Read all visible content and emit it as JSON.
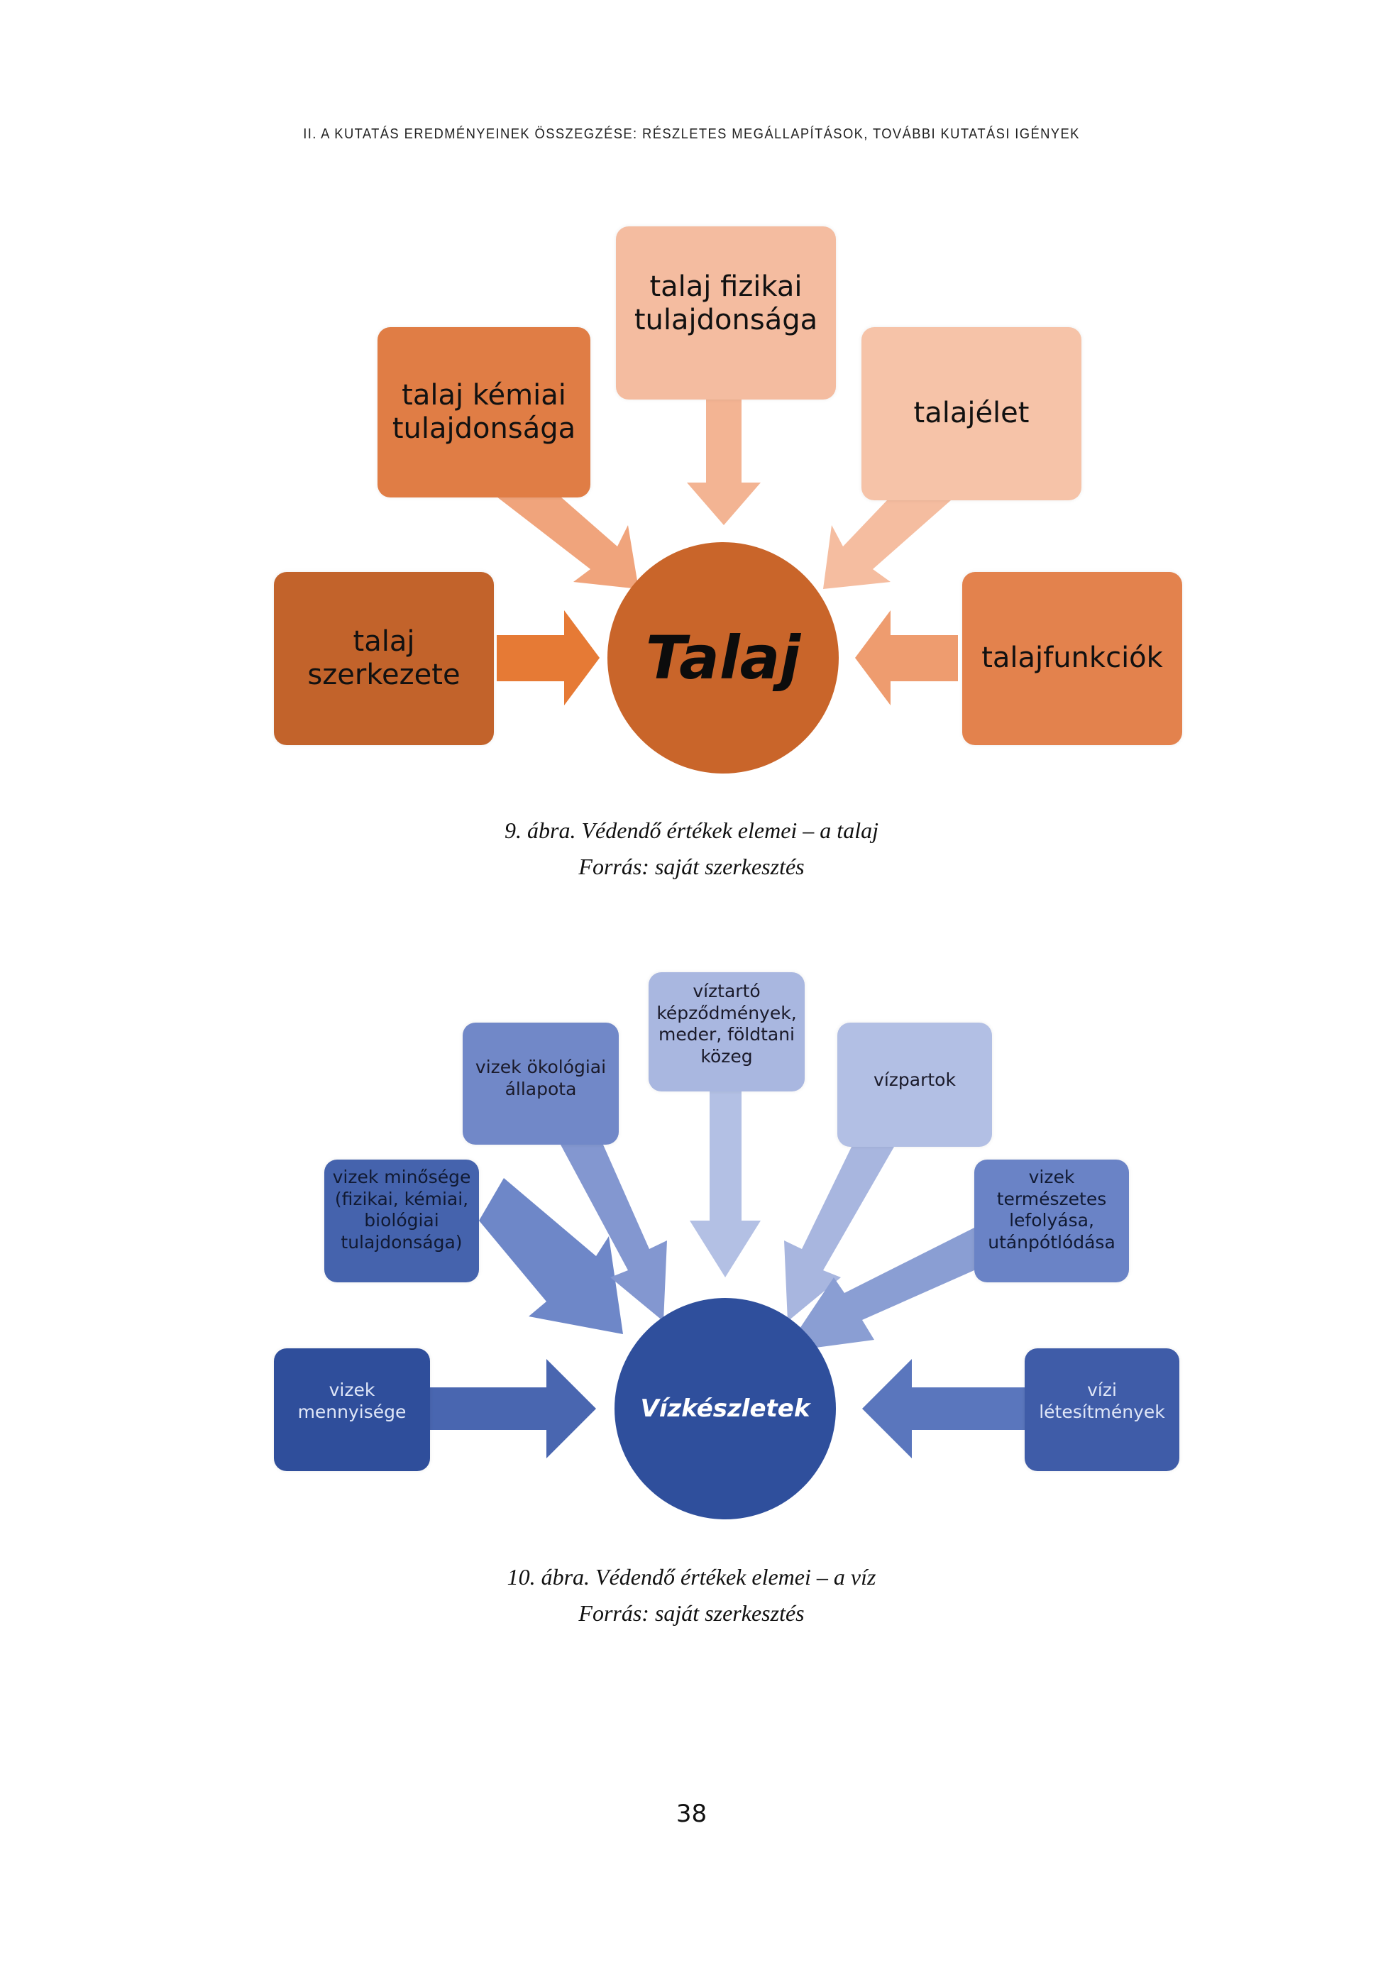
{
  "header": {
    "running_title": "II. A KUTATÁS EREDMÉNYEINEK ÖSSZEGZÉSE: RÉSZLETES MEGÁLLAPÍTÁSOK, TOVÁBBI KUTATÁSI IGÉNYEK"
  },
  "figure9": {
    "hub_label": "Talaj",
    "colors": {
      "hub": "#c9652a",
      "dark": "#c2632b",
      "medium": "#e07d4a",
      "light": "#f3b89b",
      "lighter": "#f6c4aa",
      "arrow_dark": "#e0783a",
      "arrow_light": "#f2b393"
    },
    "nodes": [
      {
        "id": "chemical",
        "label_lines": [
          "talaj kémiai",
          "tulajdonsága"
        ]
      },
      {
        "id": "physical",
        "label_lines": [
          "talaj fizikai",
          "tulajdonsága"
        ]
      },
      {
        "id": "life",
        "label_lines": [
          "talajélet"
        ]
      },
      {
        "id": "structure",
        "label_lines": [
          "talaj",
          "szerkezete"
        ]
      },
      {
        "id": "functions",
        "label_lines": [
          "talajfunkciók"
        ]
      }
    ],
    "caption": "9. ábra. Védendő értékek elemei – a talaj",
    "source": "Forrás: saját szerkesztés"
  },
  "figure10": {
    "hub_label": "Vízkészletek",
    "colors": {
      "hub": "#2f4f9c",
      "dark": "#34519e",
      "medium": "#4d69b3",
      "mid_light": "#7188c8",
      "light": "#a3b2dd",
      "lighter": "#b2bfe3",
      "arrow_medium": "#6a83c6",
      "arrow_light": "#a9b7e0"
    },
    "nodes": [
      {
        "id": "ecological",
        "label_lines": [
          "vizek ökológiai",
          "állapota"
        ]
      },
      {
        "id": "aquifer",
        "label_lines": [
          "víztartó",
          "képződmények,",
          "meder, földtani",
          "közeg"
        ]
      },
      {
        "id": "shores",
        "label_lines": [
          "vízpartok"
        ]
      },
      {
        "id": "quality",
        "label_lines": [
          "vizek minősége",
          "(fizikai, kémiai,",
          "biológiai",
          "tulajdonsága)"
        ]
      },
      {
        "id": "runoff",
        "label_lines": [
          "vizek",
          "természetes",
          "lefolyása,",
          "utánpótlódása"
        ]
      },
      {
        "id": "quantity",
        "label_lines": [
          "vizek",
          "mennyisége"
        ]
      },
      {
        "id": "facilities",
        "label_lines": [
          "vízi",
          "létesítmények"
        ]
      }
    ],
    "caption": "10. ábra. Védendő értékek elemei – a víz",
    "source": "Forrás: saját szerkesztés"
  },
  "footer": {
    "page_number": "38"
  }
}
